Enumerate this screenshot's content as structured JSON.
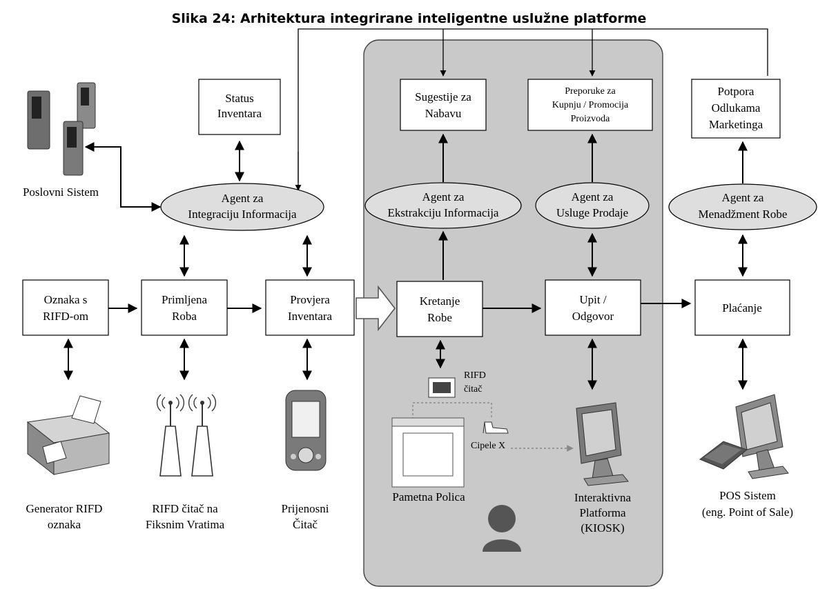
{
  "title": "Slika 24: Arhitektura integrirane inteligentne uslužne platforme",
  "nodes": {
    "status_inventara": [
      "Status",
      "Inventara"
    ],
    "sugestije": [
      "Sugestije za",
      "Nabavu"
    ],
    "preporuke": [
      "Preporuke za",
      "Kupnju / Promocija",
      "Proizvoda"
    ],
    "potpora": [
      "Potpora",
      "Odlukama",
      "Marketinga"
    ],
    "agent_integracija": [
      "Agent za",
      "Integraciju Informacija"
    ],
    "agent_ekstrakcija": [
      "Agent za",
      "Ekstrakciju Informacija"
    ],
    "agent_usluge": [
      "Agent za",
      "Usluge Prodaje"
    ],
    "agent_menadzment": [
      "Agent za",
      "Menadžment Robe"
    ],
    "oznaka": [
      "Oznaka s",
      "RIFD-om"
    ],
    "primljena": [
      "Primljena",
      "Roba"
    ],
    "provjera": [
      "Provjera",
      "Inventara"
    ],
    "kretanje": [
      "Kretanje",
      "Robe"
    ],
    "upit": [
      "Upit /",
      "Odgovor"
    ],
    "placanje": [
      "Plaćanje"
    ]
  },
  "devices": {
    "poslovni_sistem": [
      "Poslovni Sistem"
    ],
    "generator": [
      "Generator RIFD",
      "oznaka"
    ],
    "rifd_vrata": [
      "RIFD čitač na",
      "Fiksnim Vratima"
    ],
    "prijenosni": [
      "Prijenosni",
      "Čitač"
    ],
    "rifd_citac": [
      "RIFD",
      "čitač"
    ],
    "cipele": [
      "Cipele X"
    ],
    "pametna_polica": [
      "Pametna Polica"
    ],
    "kiosk": [
      "Interaktivna",
      "Platforma",
      "(KIOSK)"
    ],
    "pos": [
      "POS Sistem",
      "(eng. Point of Sale)"
    ]
  }
}
